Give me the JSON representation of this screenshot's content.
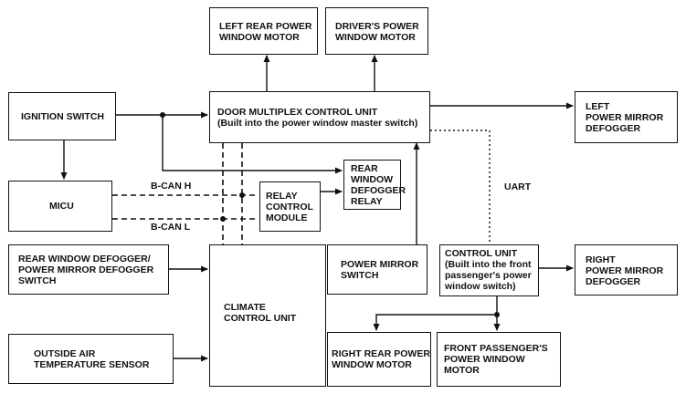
{
  "blocks": {
    "left_rear_motor": "LEFT REAR POWER\nWINDOW MOTOR",
    "driver_motor": "DRIVER'S POWER\nWINDOW MOTOR",
    "ignition_switch": "IGNITION SWITCH",
    "door_multiplex": "DOOR MULTIPLEX CONTROL UNIT\n(Built into the power window master switch)",
    "left_mirror_defogger": "LEFT\nPOWER MIRROR\nDEFOGGER",
    "micu": "MICU",
    "rear_defogger_relay": "REAR\nWINDOW\nDEFOGGER\nRELAY",
    "relay_control_module": "RELAY\nCONTROL\nMODULE",
    "defogger_switch": "REAR WINDOW DEFOGGER/\nPOWER MIRROR DEFOGGER\nSWITCH",
    "climate_control": "CLIMATE\nCONTROL UNIT",
    "power_mirror_switch": "POWER MIRROR\nSWITCH",
    "front_control_unit": "CONTROL UNIT\n(Built into the front\npassenger's power\nwindow switch)",
    "right_mirror_defogger": "RIGHT\nPOWER MIRROR\nDEFOGGER",
    "outside_air_sensor": "OUTSIDE AIR\nTEMPERATURE SENSOR",
    "right_rear_motor": "RIGHT REAR POWER\nWINDOW MOTOR",
    "front_passenger_motor": "FRONT PASSENGER'S\nPOWER WINDOW\nMOTOR"
  },
  "signals": {
    "bcan_h": "B-CAN H",
    "bcan_l": "B-CAN L",
    "uart": "UART"
  }
}
